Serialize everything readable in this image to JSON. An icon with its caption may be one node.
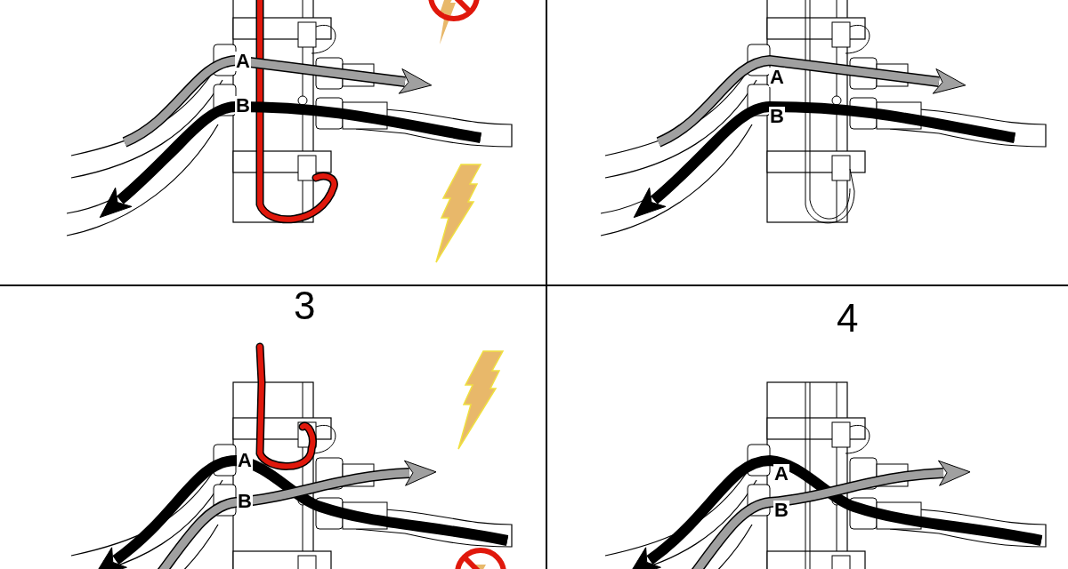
{
  "diagram": {
    "labels": [
      "A",
      "B",
      "A",
      "B",
      "3",
      "4",
      "A",
      "B",
      "A",
      "B"
    ]
  }
}
